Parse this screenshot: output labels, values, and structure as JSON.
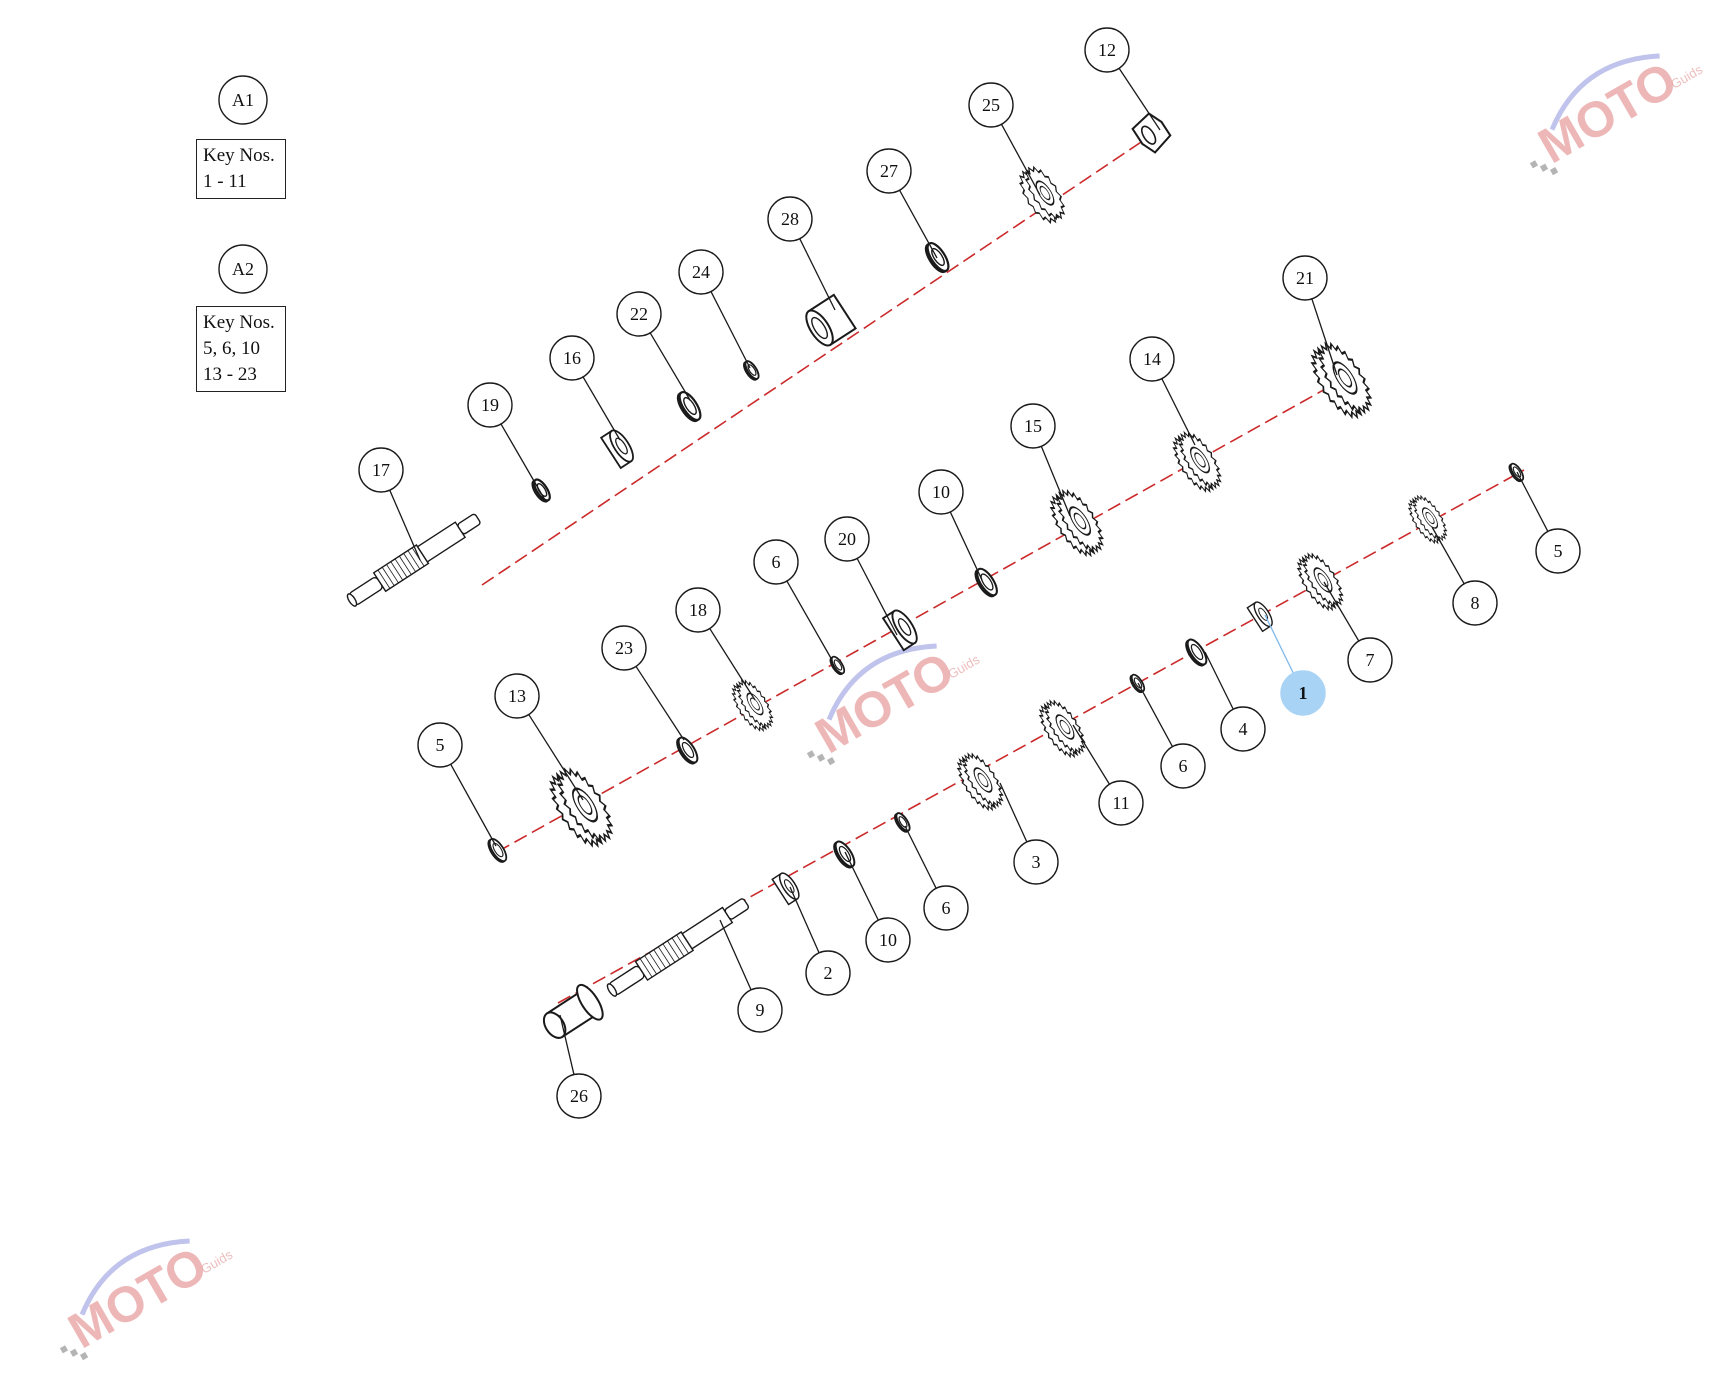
{
  "groups": [
    {
      "id": "A1",
      "label": "A1",
      "key_title": "Key Nos.",
      "key_lines": [
        "1 - 11"
      ]
    },
    {
      "id": "A2",
      "label": "A2",
      "key_title": "Key Nos.",
      "key_lines": [
        "5, 6, 10",
        "13 - 23"
      ]
    }
  ],
  "callouts": [
    {
      "num": "12"
    },
    {
      "num": "25"
    },
    {
      "num": "27"
    },
    {
      "num": "28"
    },
    {
      "num": "24"
    },
    {
      "num": "22"
    },
    {
      "num": "16"
    },
    {
      "num": "19"
    },
    {
      "num": "17"
    },
    {
      "num": "21"
    },
    {
      "num": "14"
    },
    {
      "num": "15"
    },
    {
      "num": "10"
    },
    {
      "num": "20"
    },
    {
      "num": "6"
    },
    {
      "num": "18"
    },
    {
      "num": "23"
    },
    {
      "num": "13"
    },
    {
      "num": "5"
    },
    {
      "num": "5"
    },
    {
      "num": "8"
    },
    {
      "num": "7"
    },
    {
      "num": "1",
      "highlighted": true
    },
    {
      "num": "4"
    },
    {
      "num": "6"
    },
    {
      "num": "11"
    },
    {
      "num": "3"
    },
    {
      "num": "6"
    },
    {
      "num": "10"
    },
    {
      "num": "2"
    },
    {
      "num": "9"
    },
    {
      "num": "26"
    }
  ],
  "watermark": {
    "main": "MOTO",
    "sub": "Guids"
  },
  "colors": {
    "axis_line": "#cc2a2a",
    "highlight_fill": "#a9d3f5",
    "ink": "#1a1a1a",
    "watermark_main": "#e8a0a0",
    "watermark_swoosh": "#b0b4e6"
  }
}
